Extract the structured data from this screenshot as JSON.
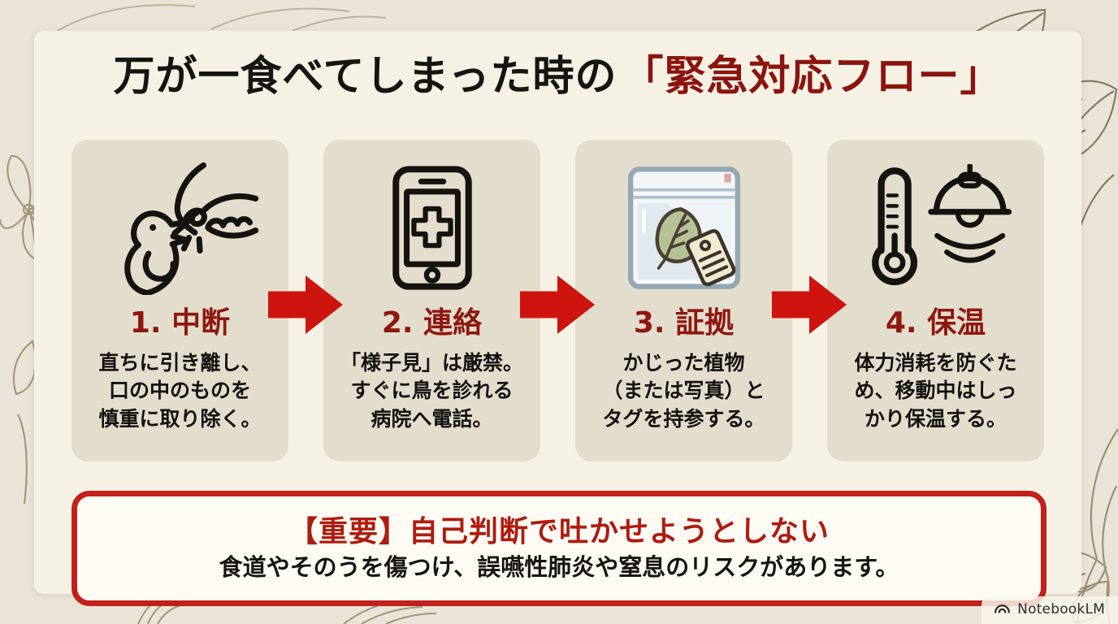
{
  "title": {
    "text_black": "万が一食べてしまった時の",
    "text_red": "「緊急対応フロー」"
  },
  "steps": [
    {
      "label": "1. 中断",
      "icon": "bird-feeding-icon",
      "description": "直ちに引き離し、\n口の中のものを\n慎重に取り除く。"
    },
    {
      "label": "2. 連絡",
      "icon": "phone-medical-cross-icon",
      "description": "「様子見」は厳禁。\nすぐに鳥を診れる\n病院へ電話。"
    },
    {
      "label": "3. 証拠",
      "icon": "evidence-ziplock-bag-icon",
      "description": "かじった植物\n（または写真）と\nタグを持参する。"
    },
    {
      "label": "4. 保温",
      "icon": "thermometer-heat-lamp-icon",
      "description": "体力消耗を防ぐた\nめ、移動中はしっ\nかり保温する。"
    }
  ],
  "flow": {
    "arrow_icon": "arrow-right-icon",
    "arrow_count": 3
  },
  "warning": {
    "heading": "【重要】自己判断で吐かせようとしない",
    "body": "食道やそのうを傷つけ、誤嚥性肺炎や窒息のリスクがあります。"
  },
  "footer": {
    "brand": "NotebookLM",
    "icon": "notebooklm-logo-icon"
  },
  "colors": {
    "page_background": "#e9e4d7",
    "card_background": "#f5f2e5",
    "step_card_background": "#e3ddce",
    "title_red": "#8b1410",
    "step_label_red": "#8e1810",
    "warning_heading_red": "#ad1c10",
    "warning_border_red": "#c2201a",
    "arrow_red": "#ce140e",
    "text_black": "#171411"
  }
}
